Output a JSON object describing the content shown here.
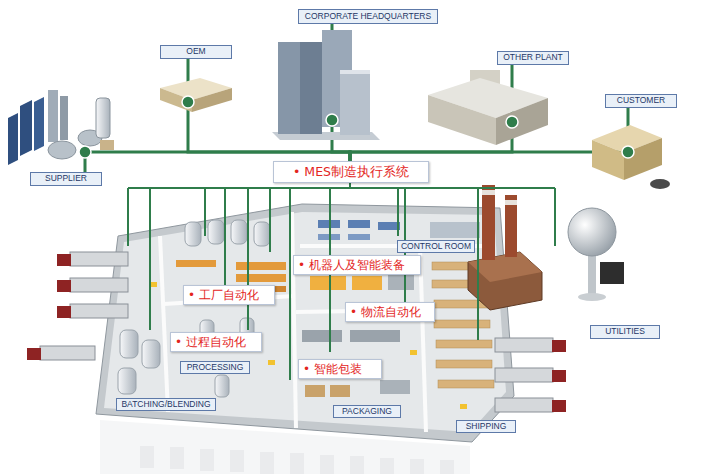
{
  "diagram": {
    "nodes": [
      {
        "text": [
          "CORPORATE HEADQUARTERS"
        ]
      },
      {
        "text": [
          "OEM"
        ]
      },
      {
        "text": [
          "OTHER PLANT"
        ]
      },
      {
        "text": [
          "CUSTOMER"
        ]
      },
      {
        "text": [
          "SUPPLIER"
        ]
      },
      {
        "text": [
          "• MES制造执行系统"
        ]
      },
      {
        "text": [
          "CONTROL ROOM"
        ]
      },
      {
        "text": [
          "• 机器人及智能装备"
        ]
      },
      {
        "text": [
          "• 工厂自动化"
        ]
      },
      {
        "text": [
          "• 物流自动化"
        ]
      },
      {
        "text": [
          "UTILITIES"
        ]
      },
      {
        "text": [
          "• 过程自动化"
        ]
      },
      {
        "text": [
          "PROCESSING"
        ]
      },
      {
        "text": [
          "• 智能包装"
        ]
      },
      {
        "text": [
          "BATCHING/BLENDING"
        ]
      },
      {
        "text": [
          "PACKAGING"
        ]
      },
      {
        "text": [
          "SHIPPING"
        ]
      }
    ],
    "edges": [
      {
        "from": 5,
        "to": 4,
        "arrow": "none"
      },
      {
        "from": 5,
        "to": 1,
        "arrow": "none"
      },
      {
        "from": 5,
        "to": 0,
        "arrow": "none"
      },
      {
        "from": 5,
        "to": 2,
        "arrow": "none"
      },
      {
        "from": 5,
        "to": 3,
        "arrow": "none"
      }
    ]
  }
}
